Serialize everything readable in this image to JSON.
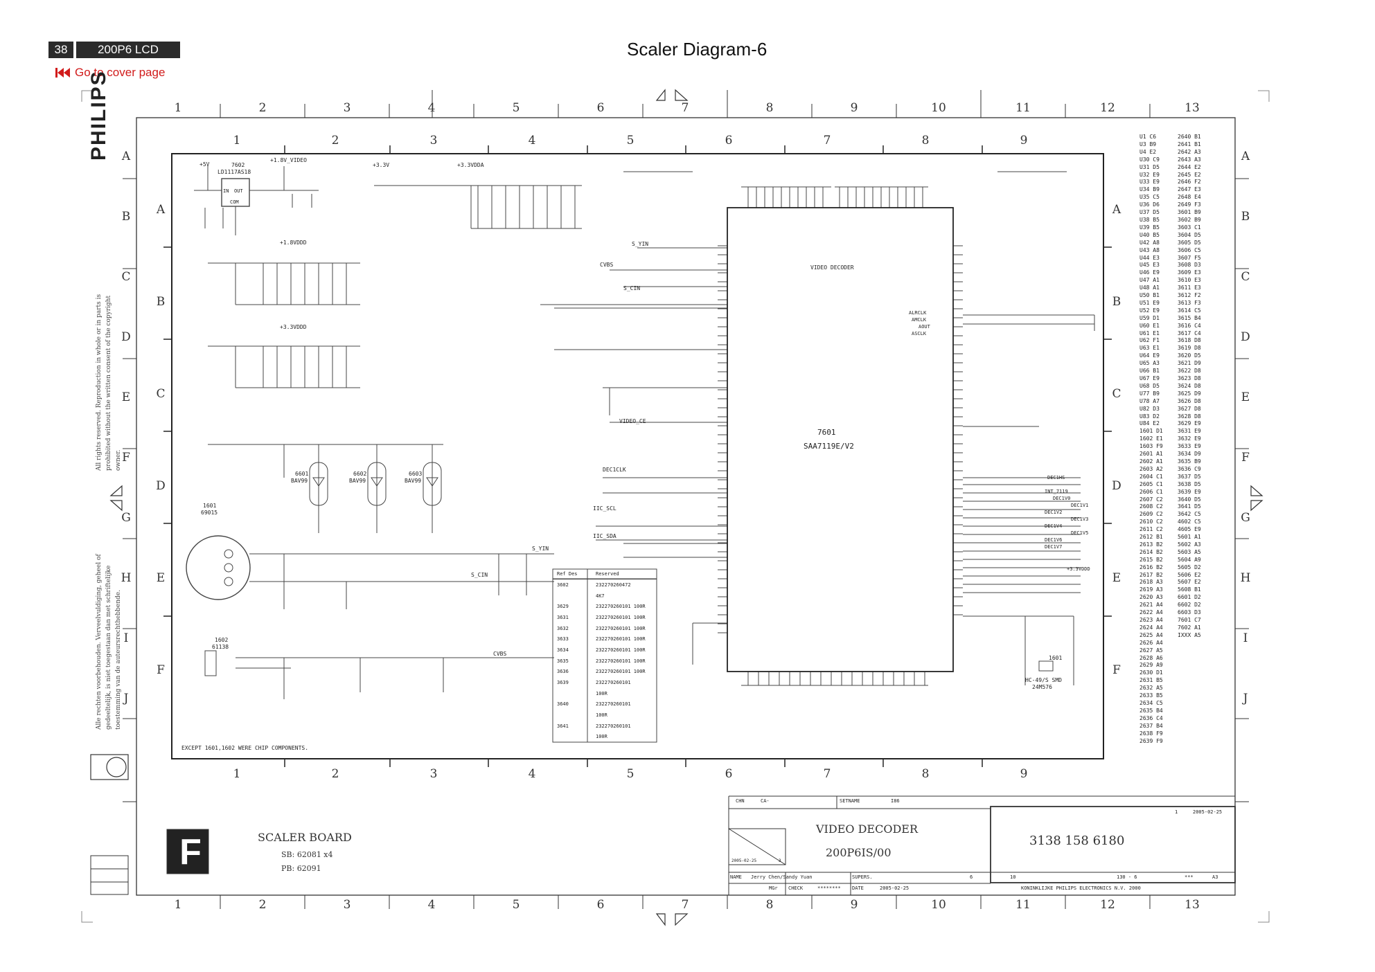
{
  "header": {
    "page_number": "38",
    "model": "200P6 LCD",
    "cover_link": "Go to cover page",
    "title": "Scaler Diagram-6"
  },
  "grid": {
    "outer_columns": [
      "1",
      "2",
      "3",
      "4",
      "5",
      "6",
      "7",
      "8",
      "9",
      "10",
      "11",
      "12",
      "13"
    ],
    "inner_columns": [
      "1",
      "2",
      "3",
      "4",
      "5",
      "6",
      "7",
      "8",
      "9"
    ],
    "outer_rows": [
      "A",
      "B",
      "C",
      "D",
      "E",
      "F",
      "G",
      "H",
      "I",
      "J"
    ],
    "inner_rows": [
      "A",
      "B",
      "C",
      "D",
      "E",
      "F"
    ]
  },
  "brand": "PHILIPS",
  "side_notes": {
    "left_top": "All rights reserved. Reproduction in whole or in parts is prohibited without the written consent of the copyright owner.",
    "left_bottom": "Alle rechten voorbehouden. Verveelvuldiging, geheel of gedeeltelijk, is niet toegestaan dan met schriftelijke toestemming van de auteursrechthebbende."
  },
  "schematic": {
    "ic_ref": "7601",
    "ic_part": "SAA7119E/V2",
    "ic_label": "VIDEO DECODER",
    "regulator_ref": "7602",
    "regulator_part": "LD1117AS18",
    "regulator_pins": [
      "IN",
      "OUT",
      "COM"
    ],
    "rails": [
      "+5V",
      "+1.8V_VIDEO",
      "+3.3V",
      "+3.3VDDA",
      "+1.8VDDD",
      "+3.3VDDD"
    ],
    "connector1_ref": "1601",
    "connector1_part": "69015",
    "connector2_ref": "1602",
    "connector2_part": "61138",
    "diodes": [
      "6601",
      "6602",
      "6603"
    ],
    "diode_part": "BAV99",
    "crystal_ref": "1601",
    "crystal_part": "HC-49/S SMD",
    "crystal_freq": "24M576",
    "signals_left": [
      "S_YIN",
      "CVBS",
      "S_CIN",
      "IIC_SCL",
      "IIC_SDA",
      "VIDEO_CE",
      "DEC1CLK"
    ],
    "signals_right": [
      "ALRCLK",
      "AMCLK",
      "AOUT",
      "ASCLK",
      "DEC1HS",
      "INT_7119",
      "DEC1V0",
      "DEC1V1",
      "DEC1V2",
      "DEC1V3",
      "DEC1V4",
      "DEC1V5",
      "DEC1V6",
      "DEC1V7",
      "+3.3VDDD"
    ],
    "note": "EXCEPT 1601,1602  WERE CHIP COMPONENTS."
  },
  "ref_table": {
    "headers": [
      "Ref Des",
      "Reserved"
    ],
    "rows": [
      [
        "3602",
        "232270260472"
      ],
      [
        "",
        "4K7"
      ],
      [
        "3629",
        "232270260101 100R"
      ],
      [
        "3631",
        "232270260101 100R"
      ],
      [
        "3632",
        "232270260101 100R"
      ],
      [
        "3633",
        "232270260101 100R"
      ],
      [
        "3634",
        "232270260101 100R"
      ],
      [
        "3635",
        "232270260101 100R"
      ],
      [
        "3636",
        "232270260101 100R"
      ],
      [
        "3639",
        "232270260101"
      ],
      [
        "",
        "100R"
      ],
      [
        "3640",
        "232270260101"
      ],
      [
        "",
        "100R"
      ],
      [
        "3641",
        "232270260101"
      ],
      [
        "",
        "100R"
      ]
    ]
  },
  "parts_list_col1": [
    "U1 C6",
    "U3 B9",
    "U4 E2",
    "U30 C9",
    "U31 D5",
    "U32 E9",
    "U33 E9",
    "U34 B9",
    "U35 C5",
    "U36 D6",
    "U37 D5",
    "U38 B5",
    "U39 B5",
    "U40 B5",
    "U42 A8",
    "U43 A8",
    "U44 E3",
    "U45 E3",
    "U46 E9",
    "U47 A1",
    "U48 A1",
    "U50 B1",
    "U51 E9",
    "U52 E9",
    "U59 D1",
    "U60 E1",
    "U61 E1",
    "U62 F1",
    "U63 E1",
    "U64 E9",
    "U65 A3",
    "U66 B1",
    "U67 E9",
    "U68 D5",
    "U77 B9",
    "U78 A7",
    "U82 D3",
    "U83 D2",
    "U84 E2",
    "1601 D1",
    "1602 E1",
    "1603 F9",
    "2601 A1",
    "2602 A1",
    "2603 A2",
    "2604 C1",
    "2605 C1",
    "2606 C1",
    "2607 C2",
    "2608 C2",
    "2609 C2",
    "2610 C2",
    "2611 C2",
    "2612 B1",
    "2613 B2",
    "2614 B2",
    "2615 B2",
    "2616 B2",
    "2617 B2",
    "2618 A3",
    "2619 A3",
    "2620 A3",
    "2621 A4",
    "2622 A4",
    "2623 A4",
    "2624 A4",
    "2625 A4",
    "2626 A4",
    "2627 A5",
    "2628 A6",
    "2629 A9",
    "2630 D1",
    "2631 B5",
    "2632 A5",
    "2633 B5",
    "2634 C5",
    "2635 B4",
    "2636 C4",
    "2637 B4",
    "2638 F9",
    "2639 F9"
  ],
  "parts_list_col2": [
    "2640 B1",
    "2641 B1",
    "2642 A3",
    "2643 A3",
    "2644 E2",
    "2645 E2",
    "2646 F2",
    "2647 E3",
    "2648 E4",
    "2649 F3",
    "3601 B9",
    "3602 B9",
    "3603 C1",
    "3604 D5",
    "3605 D5",
    "3606 C5",
    "3607 F5",
    "3608 D3",
    "3609 E3",
    "3610 E3",
    "3611 E3",
    "3612 F2",
    "3613 F3",
    "3614 C5",
    "3615 B4",
    "3616 C4",
    "3617 C4",
    "3618 D8",
    "3619 D8",
    "3620 D5",
    "3621 D9",
    "3622 D8",
    "3623 D8",
    "3624 D8",
    "3625 D9",
    "3626 D8",
    "3627 D8",
    "3628 D8",
    "3629 E9",
    "3631 E9",
    "3632 E9",
    "3633 E9",
    "3634 D9",
    "3635 B9",
    "3636 C9",
    "3637 D5",
    "3638 D5",
    "3639 E9",
    "3640 D5",
    "3641 D5",
    "3642 C5",
    "4602 C5",
    "4605 E9",
    "5601 A1",
    "5602 A3",
    "5603 A5",
    "5604 A9",
    "5605 D2",
    "5606 E2",
    "5607 E2",
    "5608 B1",
    "6601 D2",
    "6602 D2",
    "6603 D3",
    "7601 C7",
    "7602 A1",
    "IXXX A5"
  ],
  "title_block": {
    "board": "SCALER BOARD",
    "sb": "SB: 62081 x4",
    "pb": "PB: 62091",
    "letter": "F",
    "chn": "CHN",
    "ca": "CA-",
    "setname": "SETNAME",
    "setname_val": "I86",
    "title": "VIDEO DECODER",
    "subtitle": "200P6IS/00",
    "doc_number": "3138 158 6180",
    "date1": "2005-02-25",
    "date2": "2005-02-25",
    "date3": "2005-02-25",
    "name_label": "NAME",
    "name": "Jerry Chen/Sandy Yuan",
    "supers": "SUPERS.",
    "check": "CHECK",
    "check_val": "********",
    "date_label": "DATE",
    "mgr": "MGr",
    "sheet": "130  -  6",
    "a3": "A3",
    "company": "KONINKLIJKE PHILIPS ELECTRONICS N.V. 2000",
    "rev": "1",
    "num3": "3",
    "num6": "6",
    "num10": "10",
    "stars": "***"
  },
  "colors": {
    "header_bg": "#2b2b2b",
    "link": "#d11b1b",
    "lines": "#444444"
  }
}
